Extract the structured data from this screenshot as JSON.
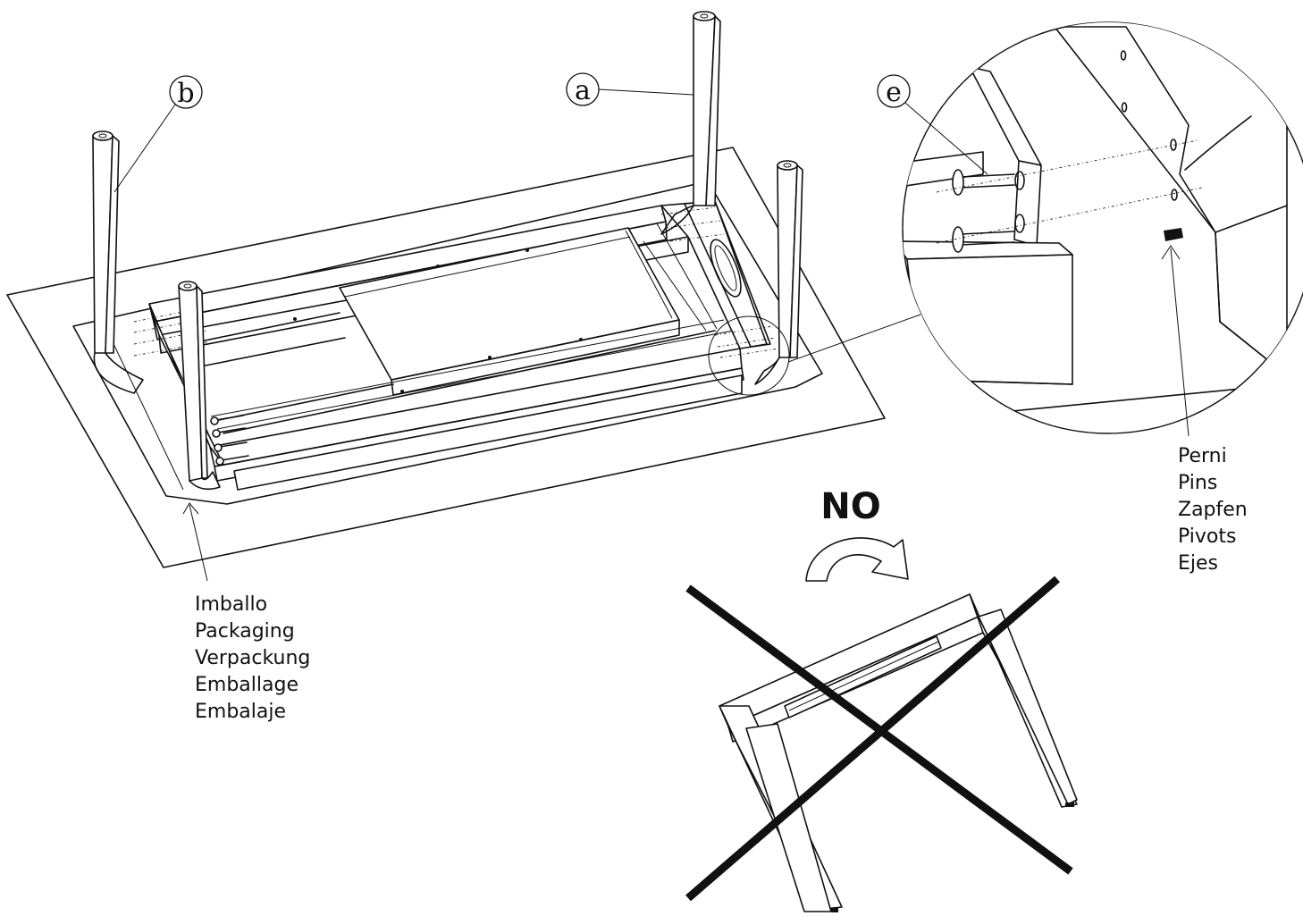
{
  "callouts": {
    "a": "a",
    "b": "b",
    "e": "e"
  },
  "labels": {
    "packaging": [
      "Imballo",
      "Packaging",
      "Verpackung",
      "Emballage",
      "Embalaje"
    ],
    "pins": [
      "Perni",
      "Pins",
      "Zapfen",
      "Pivots",
      "Ejes"
    ]
  },
  "warning": {
    "text": "NO"
  }
}
